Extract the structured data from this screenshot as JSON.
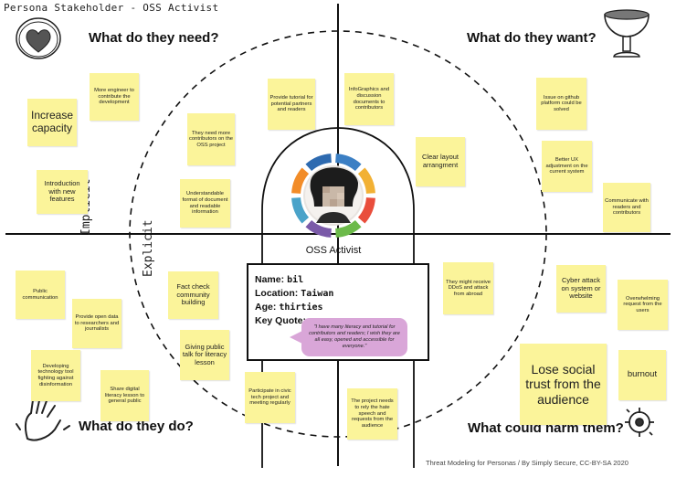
{
  "header": {
    "title": "Persona Stakeholder - OSS Activist"
  },
  "quadrants": {
    "need": "What do they need?",
    "want": "What do they want?",
    "do": "What do they do?",
    "fear": "What could harm them?"
  },
  "axis": {
    "implicit": "Implicit",
    "explicit": "Explicit"
  },
  "persona": {
    "role": "OSS Activist",
    "name_label": "Name:",
    "name_value": "bil",
    "location_label": "Location:",
    "location_value": "Taiwan",
    "age_label": "Age:",
    "age_value": "thirties",
    "quote_label": "Key Quote:",
    "quote": "\"I have many literacy and tutorial for contributors and readers; I wish they are all easy, opened and accessible for everyone.\""
  },
  "notes": [
    {
      "text": "Increase capacity",
      "quadrant": "need"
    },
    {
      "text": "More engineer to contribute the development",
      "quadrant": "need"
    },
    {
      "text": "Introduction with new features",
      "quadrant": "need"
    },
    {
      "text": "Provide tutorial for potential partners and readers",
      "quadrant": "need"
    },
    {
      "text": "They need more contributors on the OSS project",
      "quadrant": "need"
    },
    {
      "text": "Understandable format of document and readable information",
      "quadrant": "need"
    },
    {
      "text": "InfoGraphics and discussion documents to contributors",
      "quadrant": "want"
    },
    {
      "text": "Issue on github platform could be solved",
      "quadrant": "want"
    },
    {
      "text": "Clear layout arrangment",
      "quadrant": "want"
    },
    {
      "text": "Better UX adjustment on the current system",
      "quadrant": "want"
    },
    {
      "text": "Communicate with readers and contributors",
      "quadrant": "want"
    },
    {
      "text": "Public communication",
      "quadrant": "do"
    },
    {
      "text": "Provide open data to researchers and journalists",
      "quadrant": "do"
    },
    {
      "text": "Fact check community building",
      "quadrant": "do"
    },
    {
      "text": "Giving public talk for literacy lesson",
      "quadrant": "do"
    },
    {
      "text": "Developing technology tool fighting against disinformation",
      "quadrant": "do"
    },
    {
      "text": "Share digital literacy lesson to general public",
      "quadrant": "do"
    },
    {
      "text": "Participate in civic tech project and meeting regularly",
      "quadrant": "do"
    },
    {
      "text": "They might receive DDoS and attack from abroad",
      "quadrant": "fear"
    },
    {
      "text": "Cyber attack on system or website",
      "quadrant": "fear"
    },
    {
      "text": "Overwhelming request from the users",
      "quadrant": "fear"
    },
    {
      "text": "Lose social trust from the audience",
      "quadrant": "fear"
    },
    {
      "text": "burnout",
      "quadrant": "fear"
    },
    {
      "text": "The project needs to rely the hate speech and requests from the audience",
      "quadrant": "fear"
    }
  ],
  "colors": {
    "sticky": "#fbf49a",
    "quote_bubble": "#d9a6d8",
    "ring": [
      "#3b7fc4",
      "#f2b134",
      "#e94e3c",
      "#6cba4a",
      "#7a5aa8",
      "#4aa3c9",
      "#f28c28",
      "#2d6ab0"
    ]
  },
  "credit": "Threat Modeling for Personas / By Simply Secure, CC-BY-SA 2020"
}
